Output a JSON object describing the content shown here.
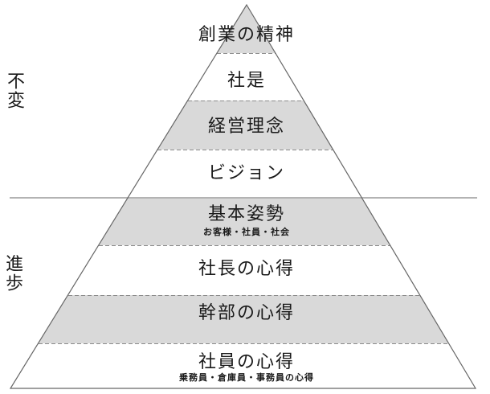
{
  "diagram": {
    "side_labels": {
      "top": "不変",
      "bottom": "進歩"
    },
    "pyramid": {
      "layers": [
        {
          "label": "創業の精神",
          "shaded": true
        },
        {
          "label": "社是",
          "shaded": false
        },
        {
          "label": "経営理念",
          "shaded": true
        },
        {
          "label": "ビジョン",
          "shaded": false
        },
        {
          "label": "基本姿勢",
          "sublabel": "お客様・社員・社会",
          "shaded": true
        },
        {
          "label": "社長の心得",
          "shaded": false
        },
        {
          "label": "幹部の心得",
          "shaded": true
        },
        {
          "label": "社員の心得",
          "sublabel": "乗務員・倉庫員・事務員の心得",
          "shaded": false
        }
      ]
    },
    "colors": {
      "band_fill": "#d9d9d9",
      "outline": "#666666",
      "dashed_line": "#8c8c8c",
      "separator": "#b3b3b3",
      "text": "#1a1a1a"
    }
  }
}
